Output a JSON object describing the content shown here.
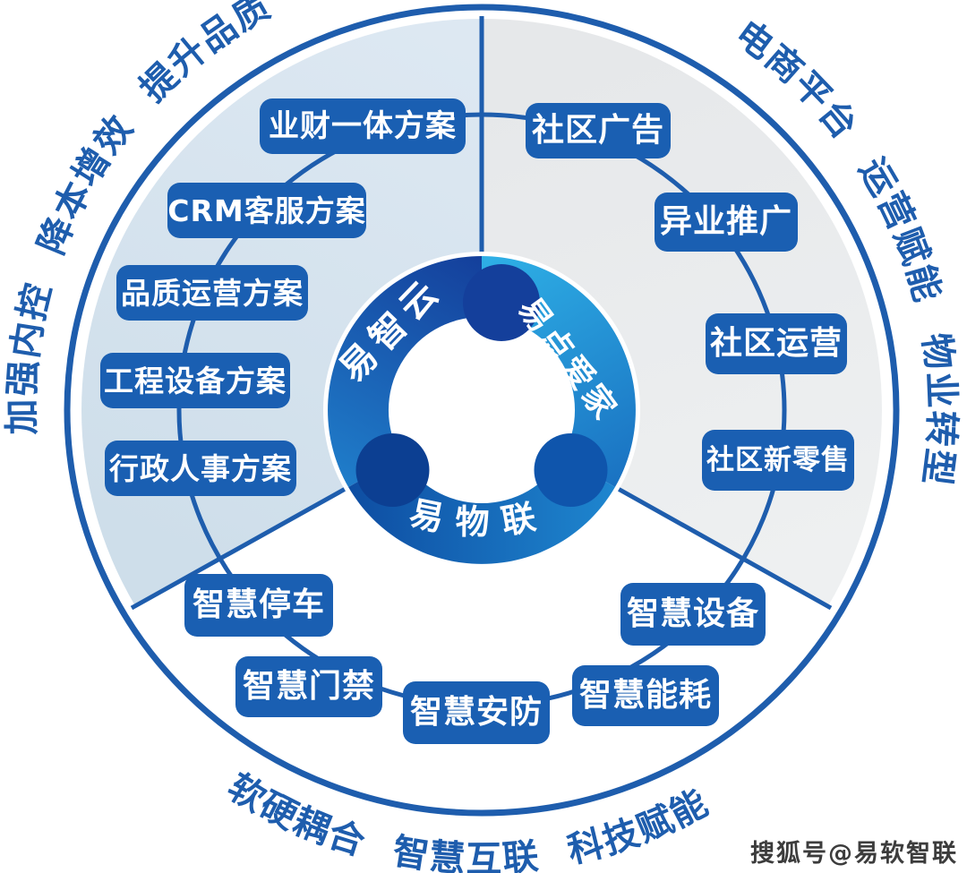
{
  "diagram": {
    "ring": {
      "segments": [
        "易智云",
        "易点爱家",
        "易物联"
      ]
    },
    "arc_slogans": {
      "top_left": "加强内控 降本增效 提升品质",
      "top_right": "电商平台 运营赋能 物业转型",
      "bottom": "软硬耦合 智慧互联 科技赋能"
    },
    "groups": [
      {
        "ring_label": "易智云",
        "items": [
          "业财一体方案",
          "CRM客服方案",
          "品质运营方案",
          "工程设备方案",
          "行政人事方案"
        ]
      },
      {
        "ring_label": "易点爱家",
        "items": [
          "社区广告",
          "异业推广",
          "社区运营",
          "社区新零售"
        ]
      },
      {
        "ring_label": "易物联",
        "items": [
          "智慧停车",
          "智慧门禁",
          "智慧安防",
          "智慧能耗",
          "智慧设备"
        ]
      }
    ],
    "watermark": "搜狐号@易软智联",
    "colors": {
      "node_blue": "#1a5fb2",
      "line_blue": "#1e5dad",
      "sector_left_blue": "#d5e3ee",
      "sector_right_gray": "#e9ebec",
      "ring_dark_navy": "#0c3f92",
      "ring_cyan": "#2eb0e6"
    }
  }
}
